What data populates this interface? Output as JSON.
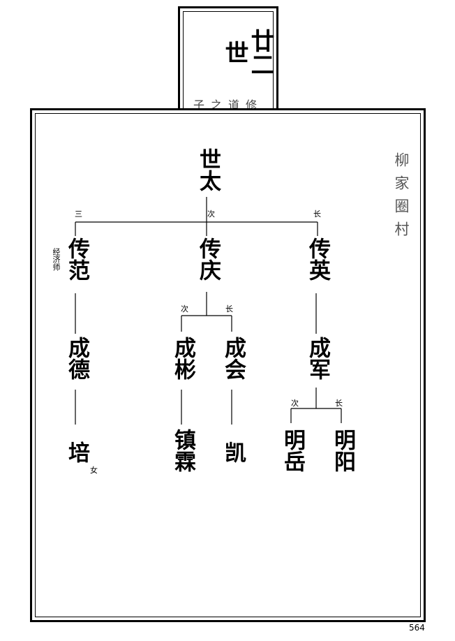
{
  "header": {
    "generation": "廿二世",
    "subtitle": "子之道修"
  },
  "village": "柳家圈村",
  "page_number": "564",
  "tree": {
    "root": "世太",
    "gen2": [
      {
        "name": "传范",
        "rank": "三",
        "note": "经济师"
      },
      {
        "name": "传庆",
        "rank": "次"
      },
      {
        "name": "传英",
        "rank": "长"
      }
    ],
    "gen3": {
      "chengde": "成德",
      "chengbin": "成彬",
      "chenghui": "成会",
      "chengjun": "成军",
      "rank_ci": "次",
      "rank_zhang": "长"
    },
    "gen4": {
      "pei": "培",
      "pei_note": "女",
      "zhenlin": "镇霖",
      "kai": "凯",
      "mingyue": "明岳",
      "mingyang": "明阳",
      "rank_ci": "次",
      "rank_zhang": "长"
    }
  }
}
